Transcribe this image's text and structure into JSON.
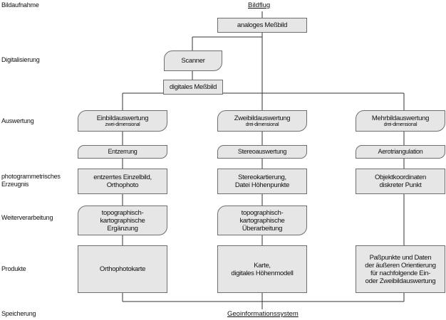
{
  "stages": {
    "bildaufnahme": "Bildaufnahme",
    "digitalisierung": "Digitalisierung",
    "auswertung": "Auswertung",
    "erzeugnis": "photogrammetrisches\nErzeugnis",
    "weiterverarbeitung": "Weiterverarbeitung",
    "produkte": "Produkte",
    "speicherung": "Speicherung"
  },
  "top": {
    "bildflug": "Bildflug",
    "analoges_messbild": "analoges Meßbild",
    "scanner": "Scanner",
    "digitales_messbild": "digitales Meßbild"
  },
  "columns": {
    "einbild": {
      "title": "Einbildauswertung",
      "subtitle": "zwei-dimensional",
      "method": "Entzerrung",
      "erzeugnis": "entzerrtes Einzelbild,\nOrthophoto",
      "weiter": "topographisch-\nkartographische\nErgänzung",
      "produkt": "Orthophotokarte"
    },
    "zweibild": {
      "title": "Zweibildauswertung",
      "subtitle": "drei-dimensional",
      "method": "Stereoauswertung",
      "erzeugnis": "Stereokartierung,\nDatei Höhenpunkte",
      "weiter": "topographisch-\nkartographische\nÜberarbeitung",
      "produkt": "Karte,\ndigitales Höhenmodell"
    },
    "mehrbild": {
      "title": "Mehrbildauswertung",
      "subtitle": "drei-dimensional",
      "method": "Aerotriangulation",
      "erzeugnis": "Objektkoordinaten\ndiskreter Punkt",
      "produkt": "Paßpunkte und Daten\nder äußeren Orientierung\nfür nachfolgende Ein-\noder Zweibildauswertung"
    }
  },
  "bottom": {
    "geoinformationssystem": "Geoinformationssystem"
  }
}
